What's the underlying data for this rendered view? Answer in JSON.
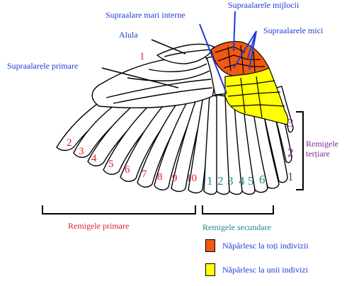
{
  "labels": {
    "supraalare_mari_interne": "Supraalare mari interne",
    "supraalarele_mijlocii": "Supraalarele mijlocii",
    "supraalarele_mici": "Supraalarele mici",
    "alula": "Alula",
    "supraalarele_primare": "Supraalarele primare",
    "remigele_tertiare_line1": "Remigele",
    "remigele_tertiare_line2": "terțiare",
    "remigele_primare": "Remigele primare",
    "remigele_secundare": "Remigele secundare",
    "alula_number": "1"
  },
  "primary_numbers": [
    "2",
    "3",
    "4",
    "5",
    "6",
    "7",
    "8",
    "9",
    "10"
  ],
  "secondary_numbers": [
    "1",
    "2",
    "3",
    "4",
    "5",
    "6"
  ],
  "tertiary_numbers": [
    "3",
    "2",
    "1"
  ],
  "legend": [
    {
      "text": "Năpârlesc la toți indivizii",
      "color": "#f05a0f"
    },
    {
      "text": "Năpârlesc la unii indivizi",
      "color": "#ffff00"
    }
  ],
  "colors": {
    "label_blue": "#1f3bd6",
    "primary_red": "#e0202b",
    "secondary_teal": "#1c8a86",
    "tertiary_purple": "#7a2a8c",
    "molt_all": "#f05a0f",
    "molt_some": "#ffff00"
  }
}
